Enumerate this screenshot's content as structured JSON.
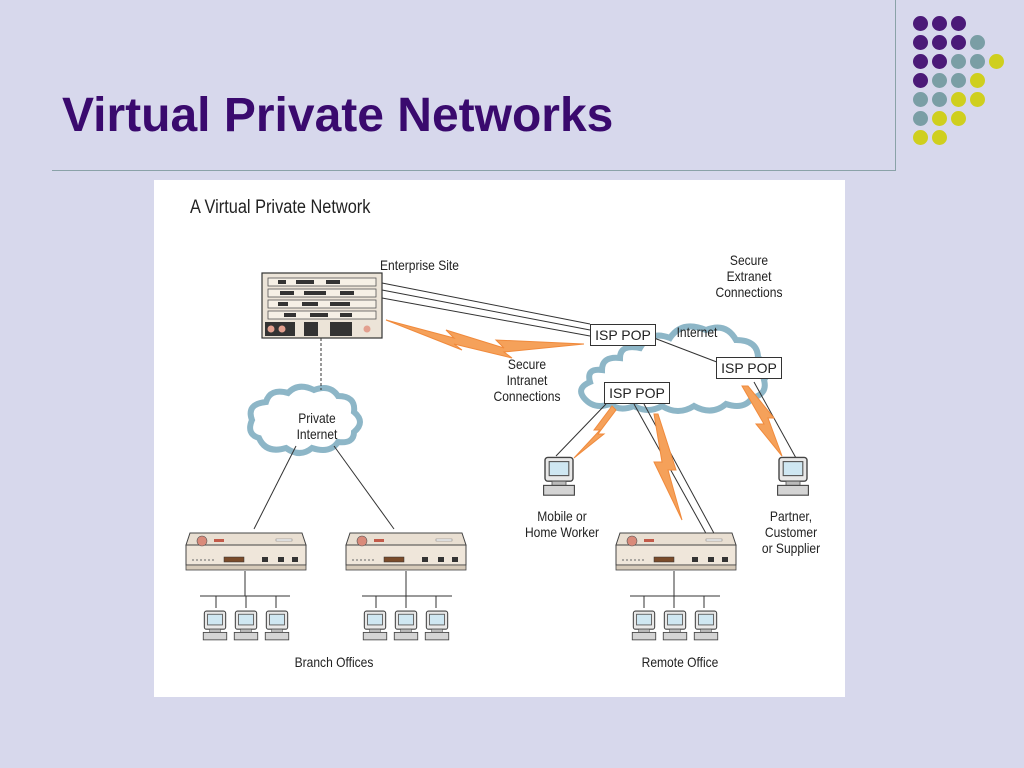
{
  "slide": {
    "title": "Virtual Private Networks"
  },
  "colors": {
    "background": "#d7d8ec",
    "title": "#3a0a6e",
    "dot_purple": "#4b1a78",
    "dot_teal": "#7a9ea5",
    "dot_yellow": "#cfcf1e",
    "tunnel_orange": "#f5a15a"
  },
  "diagram": {
    "title": "A Virtual Private Network",
    "labels": {
      "enterprise_site": "Enterprise Site",
      "secure_extranet": "Secure\nExtranet\nConnections",
      "internet": "Internet",
      "isp_pop_1": "ISP POP",
      "isp_pop_2": "ISP POP",
      "isp_pop_3": "ISP POP",
      "secure_intranet": "Secure\nIntranet\nConnections",
      "private_internet": "Private\nInternet",
      "mobile_worker": "Mobile or\nHome Worker",
      "partner": "Partner,\nCustomer\nor Supplier",
      "branch_offices": "Branch Offices",
      "remote_office": "Remote Office"
    }
  }
}
